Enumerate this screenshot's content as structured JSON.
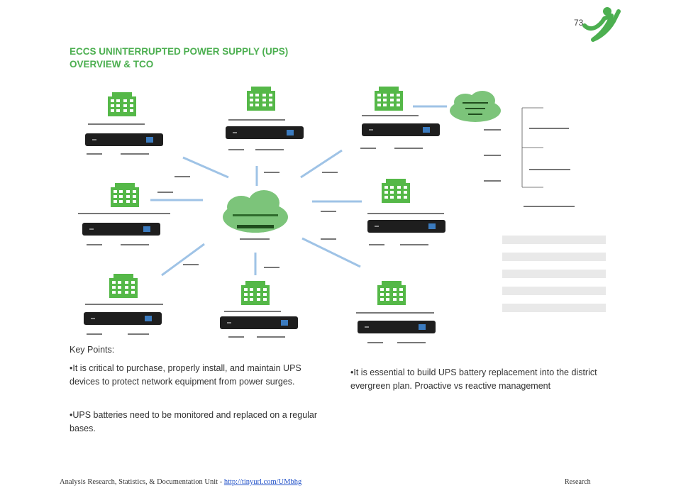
{
  "page_number": "73",
  "title_line1": "ECCS UNINTERRUPTED POWER SUPPLY (UPS)",
  "title_line2": "OVERVIEW & TCO",
  "colors": {
    "accent_green": "#4caf50",
    "building_green": "#55b848",
    "cloud_green": "#7cc47a",
    "arrow_blue": "#9fc3e6",
    "ups_black": "#1e1e1e",
    "ups_blue": "#3b7bbf"
  },
  "icons": {
    "logo": "leaping-person-logo-icon",
    "building": "building-icon",
    "cloud": "cloud-icon",
    "ups": "ups-device-icon"
  },
  "key_points_title": "Key Points:",
  "bullets": [
    "•It is critical to purchase, properly install, and maintain UPS devices to protect network equipment from power surges.",
    "•UPS batteries need to be monitored and replaced on a regular bases.",
    "•It is essential to build UPS battery replacement into the district evergreen plan. Proactive vs reactive management"
  ],
  "footer": {
    "left_text": "Analysis Research, Statistics, & Documentation Unit -",
    "link_text": "http://tinyurl.com/UMbhg",
    "right_text": "Research"
  }
}
